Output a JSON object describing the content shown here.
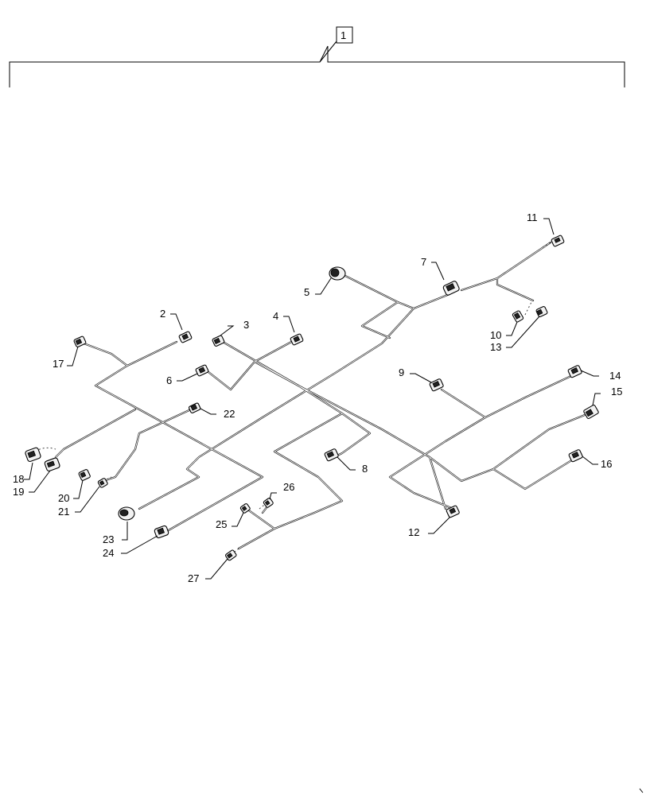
{
  "assembly": {
    "ref": "1"
  },
  "callouts": [
    {
      "id": "c2",
      "label": "2"
    },
    {
      "id": "c3",
      "label": "3"
    },
    {
      "id": "c4",
      "label": "4"
    },
    {
      "id": "c5",
      "label": "5"
    },
    {
      "id": "c6",
      "label": "6"
    },
    {
      "id": "c7",
      "label": "7"
    },
    {
      "id": "c8",
      "label": "8"
    },
    {
      "id": "c9",
      "label": "9"
    },
    {
      "id": "c10",
      "label": "10"
    },
    {
      "id": "c11",
      "label": "11"
    },
    {
      "id": "c12",
      "label": "12"
    },
    {
      "id": "c13",
      "label": "13"
    },
    {
      "id": "c14",
      "label": "14"
    },
    {
      "id": "c15",
      "label": "15"
    },
    {
      "id": "c16",
      "label": "16"
    },
    {
      "id": "c17",
      "label": "17"
    },
    {
      "id": "c18",
      "label": "18"
    },
    {
      "id": "c19",
      "label": "19"
    },
    {
      "id": "c20",
      "label": "20"
    },
    {
      "id": "c21",
      "label": "21"
    },
    {
      "id": "c22",
      "label": "22"
    },
    {
      "id": "c23",
      "label": "23"
    },
    {
      "id": "c24",
      "label": "24"
    },
    {
      "id": "c25",
      "label": "25"
    },
    {
      "id": "c26",
      "label": "26"
    },
    {
      "id": "c27",
      "label": "27"
    }
  ],
  "colors": {
    "line": "#1a1a1a",
    "background": "#ffffff"
  }
}
